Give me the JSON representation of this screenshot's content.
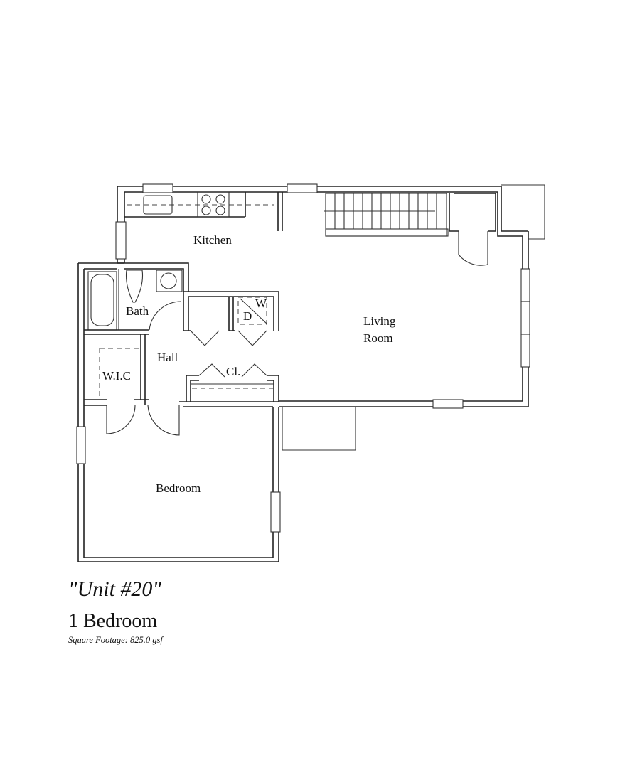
{
  "floor_plan": {
    "rooms": [
      {
        "id": "kitchen",
        "label": "Kitchen"
      },
      {
        "id": "bath",
        "label": "Bath"
      },
      {
        "id": "hall",
        "label": "Hall"
      },
      {
        "id": "wic",
        "label": "W.I.C"
      },
      {
        "id": "closet",
        "label": "Cl."
      },
      {
        "id": "living",
        "label_line1": "Living",
        "label_line2": "Room"
      },
      {
        "id": "bedroom",
        "label": "Bedroom"
      }
    ],
    "laundry": {
      "washer_label": "W",
      "dryer_label": "D"
    }
  },
  "caption": {
    "unit_name": "\"Unit #20\"",
    "unit_type": "1 Bedroom",
    "square_footage": "Square Footage:  825.0 gsf"
  }
}
